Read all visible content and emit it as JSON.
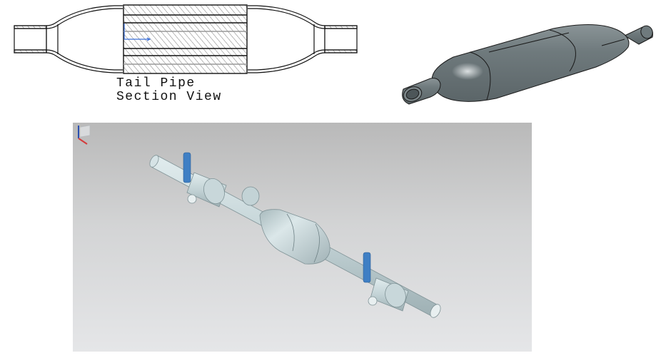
{
  "section_view": {
    "caption_line1": "Tail Pipe",
    "caption_line2": "Section View",
    "line_color": "#111111",
    "hatch_color": "#555555",
    "axis_color": "#3a6fd8"
  },
  "iso_view": {
    "body_color": "#6f7a7d",
    "edge_color": "#1a1a1a"
  },
  "assembly_view": {
    "background_top": "#b9b9b9",
    "background_bottom": "#e5e6e8",
    "part_color": "#c3d3d6",
    "handle_color": "#3f7fc4",
    "triad_axes": [
      "z",
      "x",
      "y"
    ]
  }
}
